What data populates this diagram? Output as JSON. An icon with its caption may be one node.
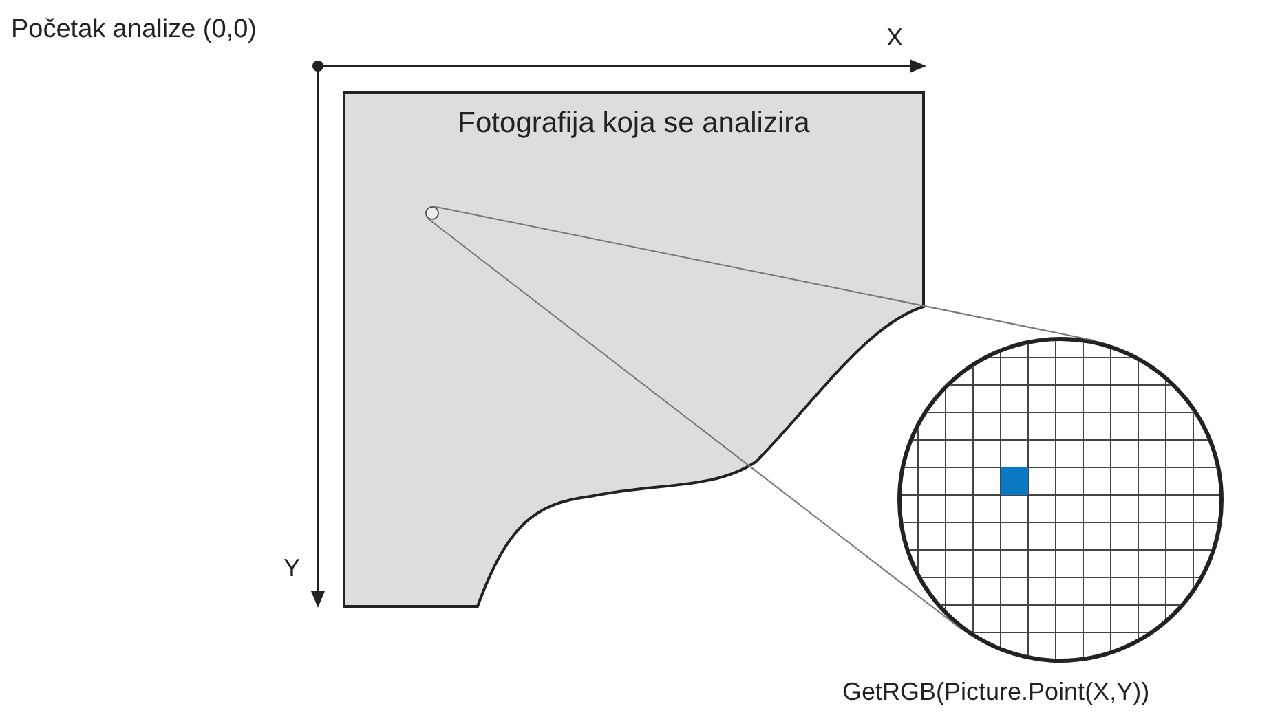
{
  "diagram": {
    "nodes": [
      {
        "text": [
          "Fotografija koja se analizira"
        ]
      },
      {
        "text": [],
        "shape": "circle",
        "in": 0
      },
      {
        "text": [],
        "shape": "circle",
        "beside": [
          "GetRGB(Picture.Point(X,Y))"
        ]
      }
    ],
    "edges": [
      {
        "from": 1,
        "to": 2,
        "arrow": "none"
      },
      {
        "from": 1,
        "to": 2,
        "arrow": "none"
      }
    ],
    "labels": [
      "Početak analize (0,0)",
      "X",
      "Y"
    ]
  }
}
